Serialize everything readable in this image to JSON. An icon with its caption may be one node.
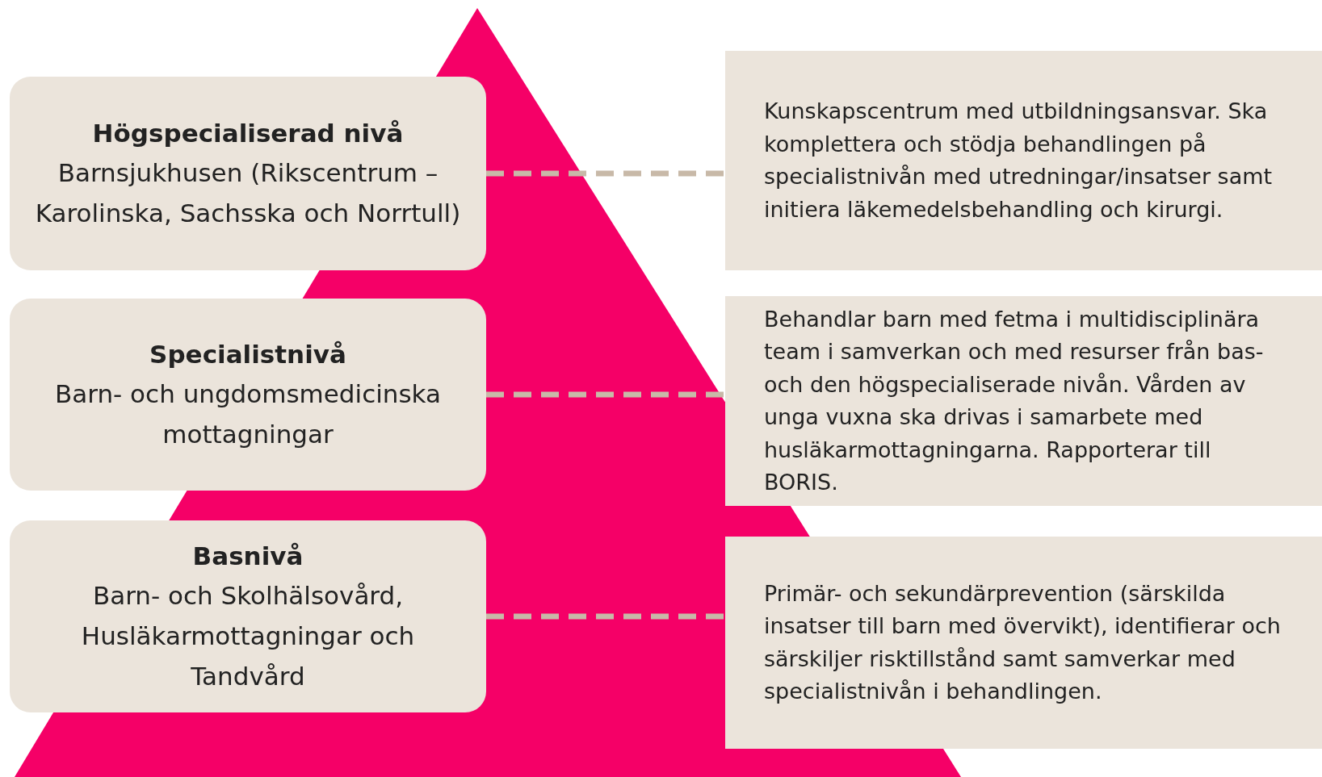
{
  "diagram": {
    "nodes": [
      {
        "text": [
          "Högspecialiserad nivå",
          "Barnsjukhusen (Rikscentrum – Karolinska, Sachsska och Norrtull)"
        ]
      },
      {
        "text": [
          "Kunskapscentrum med utbildningsansvar. Ska komplettera och stödja behandlingen på specialistnivån med utredningar/insatser samt initiera läkemedelsbehandling och kirurgi."
        ]
      },
      {
        "text": [
          "Specialistnivå",
          "Barn- och ungdomsmedicinska mottagningar"
        ]
      },
      {
        "text": [
          "Behandlar barn med fetma i multidisciplinära team i samverkan och med resurser från bas- och den högspecialiserade nivån. Vården av unga vuxna ska drivas i samarbete med husläkarmottagningarna. Rapporterar till BORIS."
        ]
      },
      {
        "text": [
          "Basnivå",
          "Barn- och Skolhälsovård, Husläkarmottagningar och Tandvård"
        ]
      },
      {
        "text": [
          "Primär- och sekundärprevention (särskilda insatser till barn med övervikt), identifierar och särskiljer risktillstånd samt samverkar med specialistnivån i behandlingen."
        ]
      }
    ],
    "edges": [
      {
        "from": 0,
        "to": 1,
        "arrow": "none",
        "style": "dashed"
      },
      {
        "from": 2,
        "to": 3,
        "arrow": "none",
        "style": "dashed"
      },
      {
        "from": 4,
        "to": 5,
        "arrow": "none",
        "style": "dashed"
      }
    ]
  }
}
